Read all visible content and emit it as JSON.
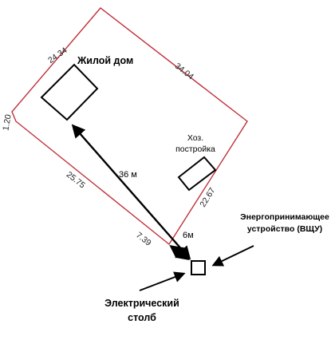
{
  "colors": {
    "boundary": "#c0303a",
    "ink": "#000000",
    "dimension_text": "#222222"
  },
  "plot": {
    "side_labels": {
      "top_left": "24.34",
      "top_right": "34.04",
      "left_short": "1.20",
      "bottom_left": "25.75",
      "bottom_short": "7.39",
      "right_lower": "22.67"
    }
  },
  "house": {
    "label": "Жилой дом"
  },
  "outbuilding": {
    "label_line1": "Хоз.",
    "label_line2": "постройка"
  },
  "distances": {
    "house_to_meter": "36 м",
    "boundary_to_meter": "6м"
  },
  "meter_device": {
    "label_line1": "Энергопринимающее",
    "label_line2": "устройство (ВЩУ)"
  },
  "pole": {
    "label_line1": "Электрический",
    "label_line2": "столб"
  }
}
